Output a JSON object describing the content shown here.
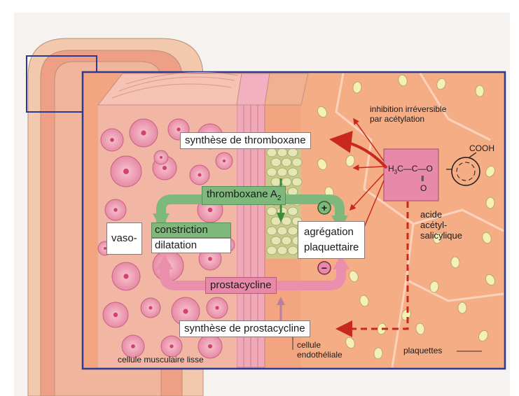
{
  "labels": {
    "synthese_thromboxane": "synthèse de thromboxane",
    "thromboxane": "thromboxane A",
    "thromboxane_sub": "2",
    "vaso": "vaso-",
    "constriction": "constriction",
    "dilatation": "dilatation",
    "agregation_line1": "agrégation",
    "agregation_line2": "plaquettaire",
    "prostacycline": "prostacycline",
    "synthese_prostacycline": "synthèse de prostacycline",
    "inhibition_line1": "inhibition irréversible",
    "inhibition_line2": "par acétylation",
    "acide_line1": "acide",
    "acide_line2": "acétyl-",
    "acide_line3": "salicylique",
    "cellule_endo_line1": "cellule",
    "cellule_endo_line2": "endothéliale",
    "cellule_musculaire": "cellule musculaire lisse",
    "plaquettes": "plaquettes",
    "plus_sign": "+",
    "minus_sign": "−"
  },
  "molecule": {
    "h3c": "H",
    "h3c_sub": "3",
    "h3c_end": "C",
    "chain": "—C—O",
    "carbonyl_o": "O",
    "carbonyl_bond": "‖",
    "cooh": "COOH"
  },
  "colors": {
    "thromboxane_green": "#7fb87d",
    "prostacycline_pink": "#e889aa",
    "arrow_red": "#c8281e",
    "frame_blue": "#2b3a8f",
    "tissue_salmon": "#f4a983",
    "muscle_pink": "#f0b7a8"
  }
}
